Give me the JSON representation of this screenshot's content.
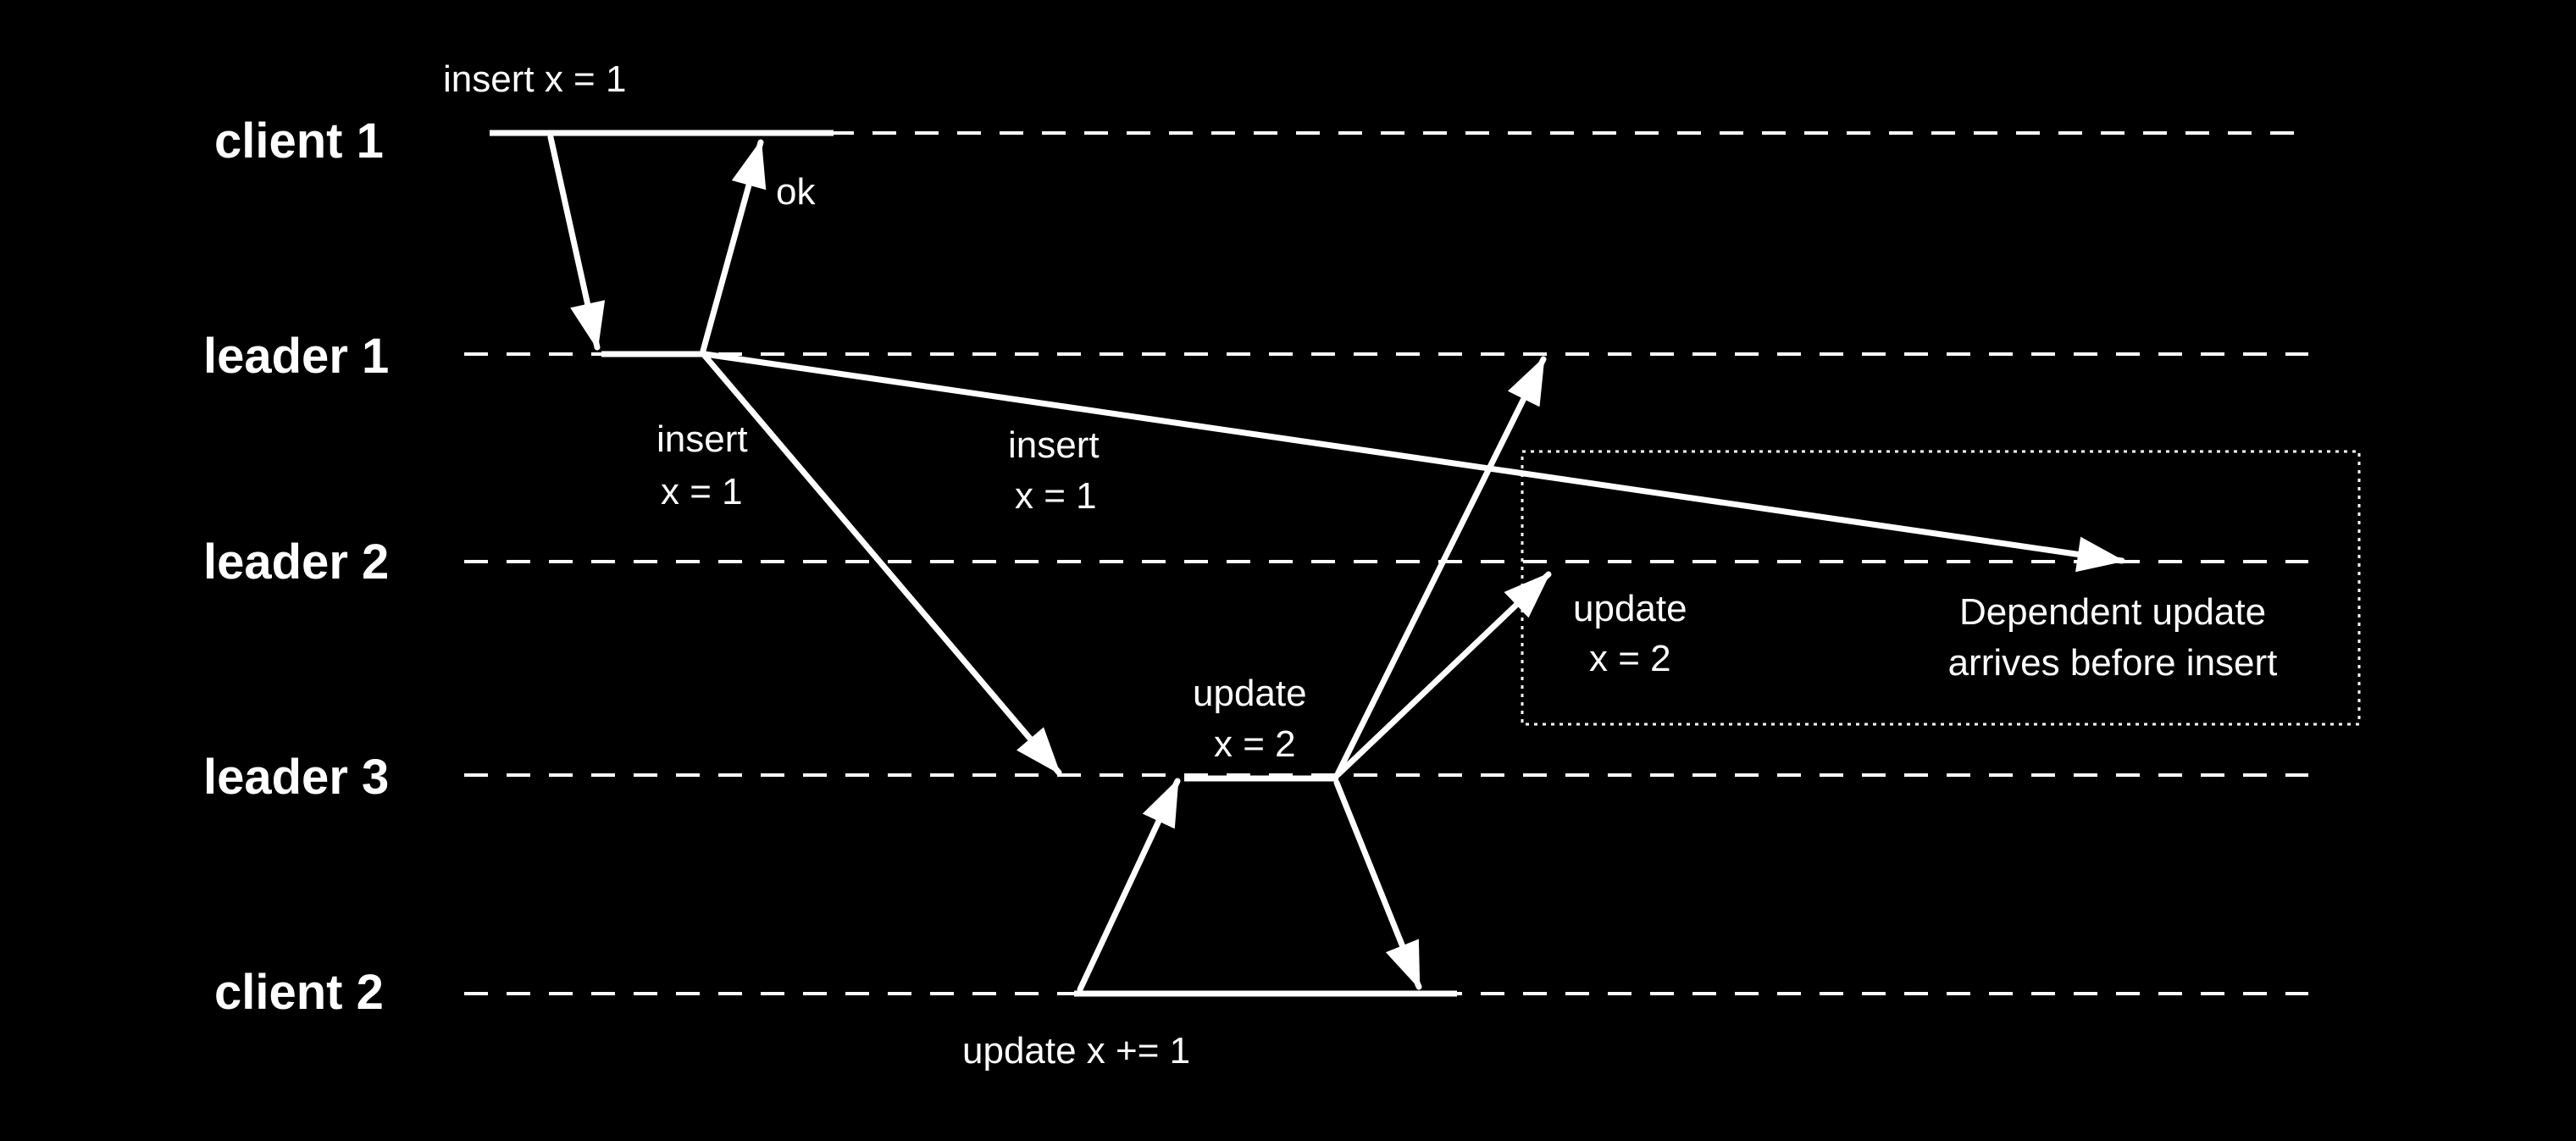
{
  "lanes": {
    "client1": "client 1",
    "leader1": "leader 1",
    "leader2": "leader 2",
    "leader3": "leader 3",
    "client2": "client 2"
  },
  "labels": {
    "client1_op": "insert x = 1",
    "ok": "ok",
    "insert_to_leader3_line1": "insert",
    "insert_to_leader3_line2": "x = 1",
    "insert_to_leader2_line1": "insert",
    "insert_to_leader2_line2": "x = 1",
    "update_leader3_line1": "update",
    "update_leader3_line2": "x = 2",
    "update_leader2_line1": "update",
    "update_leader2_line2": "x = 2",
    "callout_line1": "Dependent update",
    "callout_line2": "arrives before insert",
    "client2_op": "update x += 1"
  },
  "colors": {
    "background": "#000000",
    "foreground": "#ffffff"
  }
}
